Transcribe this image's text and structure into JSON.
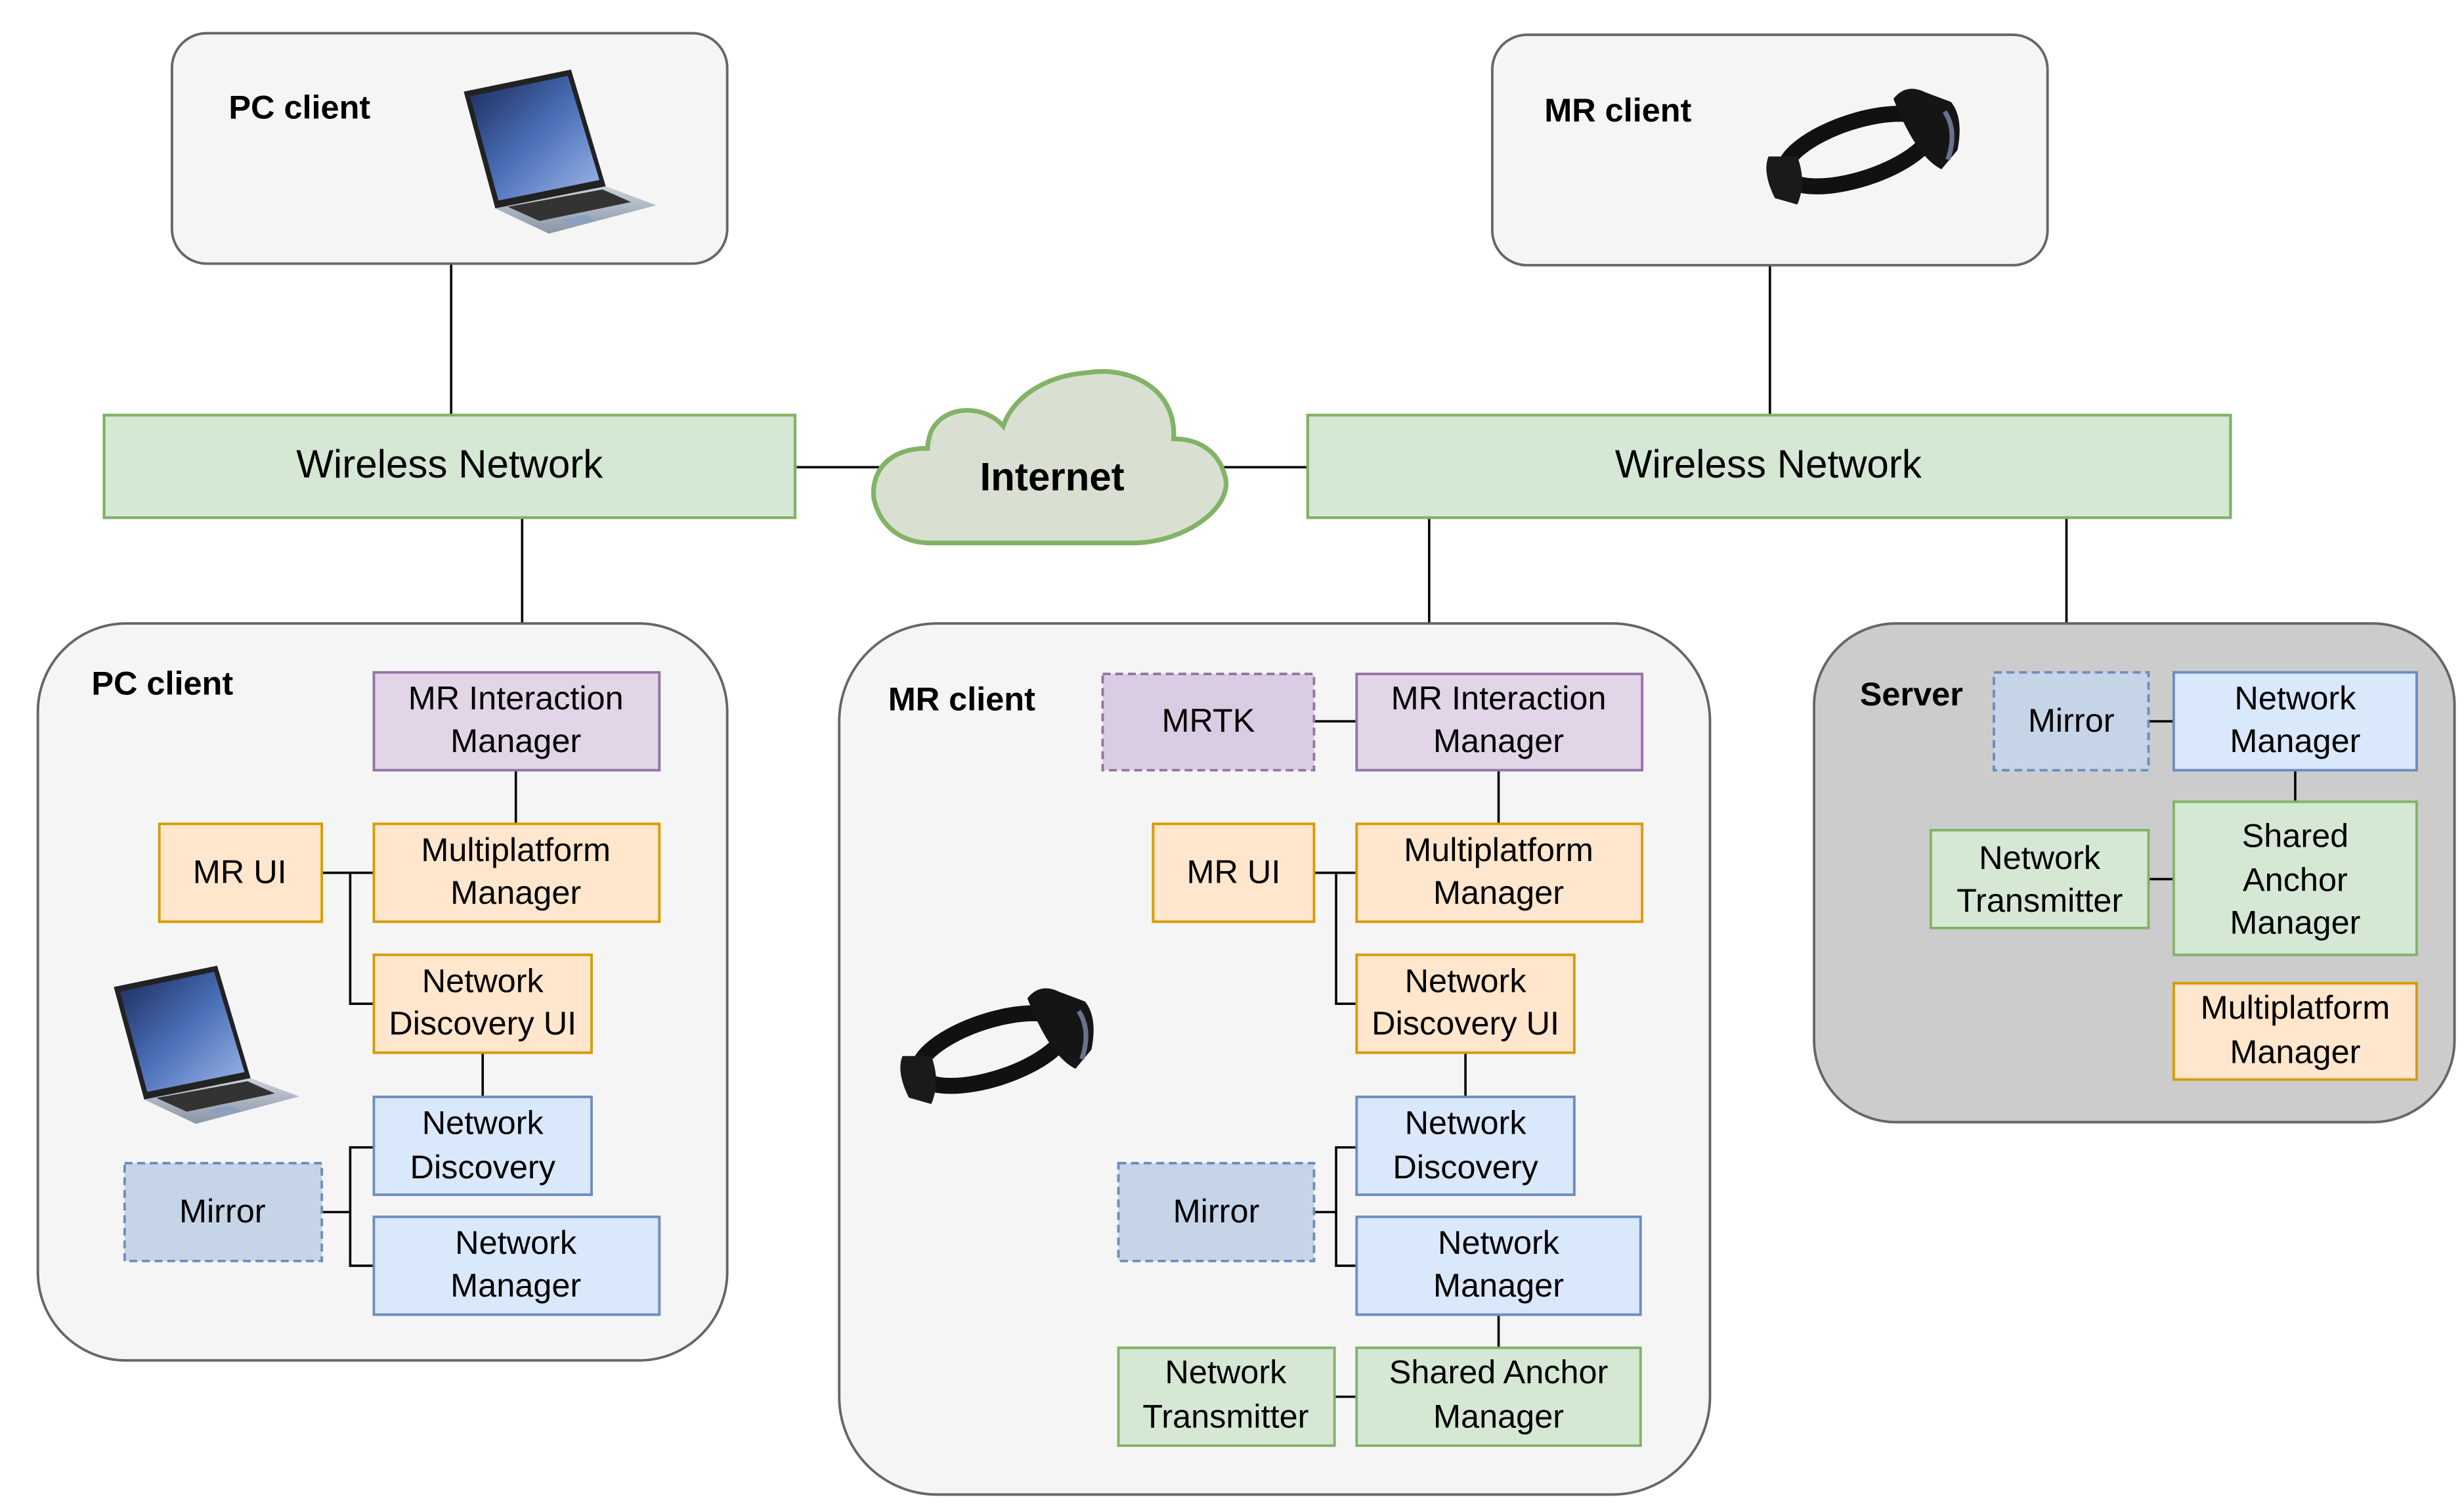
{
  "top": {
    "pc_client": {
      "title": "PC client",
      "icon": "laptop-icon"
    },
    "mr_client": {
      "title": "MR client",
      "icon": "mr-headset-icon"
    }
  },
  "network": {
    "left_wireless": "Wireless Network",
    "right_wireless": "Wireless Network",
    "internet": "Internet"
  },
  "pc_panel": {
    "title": "PC client",
    "icon": "laptop-icon",
    "mr_interaction_manager": [
      "MR Interaction",
      "Manager"
    ],
    "mr_ui": "MR UI",
    "multiplatform_manager": [
      "Multiplatform",
      "Manager"
    ],
    "network_discovery_ui": [
      "Network",
      "Discovery UI"
    ],
    "network_discovery": [
      "Network",
      "Discovery"
    ],
    "mirror": "Mirror",
    "network_manager": [
      "Network",
      "Manager"
    ]
  },
  "mr_panel": {
    "title": "MR client",
    "icon": "mr-headset-icon",
    "mrtk": "MRTK",
    "mr_interaction_manager": [
      "MR Interaction",
      "Manager"
    ],
    "mr_ui": "MR UI",
    "multiplatform_manager": [
      "Multiplatform",
      "Manager"
    ],
    "network_discovery_ui": [
      "Network",
      "Discovery UI"
    ],
    "network_discovery": [
      "Network",
      "Discovery"
    ],
    "mirror": "Mirror",
    "network_manager": [
      "Network",
      "Manager"
    ],
    "network_transmitter": [
      "Network",
      "Transmitter"
    ],
    "shared_anchor_manager": [
      "Shared Anchor",
      "Manager"
    ]
  },
  "server_panel": {
    "title": "Server",
    "mirror": "Mirror",
    "network_manager": [
      "Network",
      "Manager"
    ],
    "network_transmitter": [
      "Network",
      "Transmitter"
    ],
    "shared_anchor_manager": [
      "Shared",
      "Anchor",
      "Manager"
    ],
    "multiplatform_manager": [
      "Multiplatform",
      "Manager"
    ]
  },
  "colors": {
    "purple_fill": "#e1d5e7",
    "purple_stroke": "#9673a6",
    "orange_fill": "#ffe6cc",
    "orange_stroke": "#d79b00",
    "blue_fill": "#dae8fc",
    "blue_stroke": "#6c8ebf",
    "green_fill": "#d5e8d4",
    "green_stroke": "#82b366",
    "server_fill": "#cccccc",
    "panel_fill": "#f5f5f5"
  }
}
